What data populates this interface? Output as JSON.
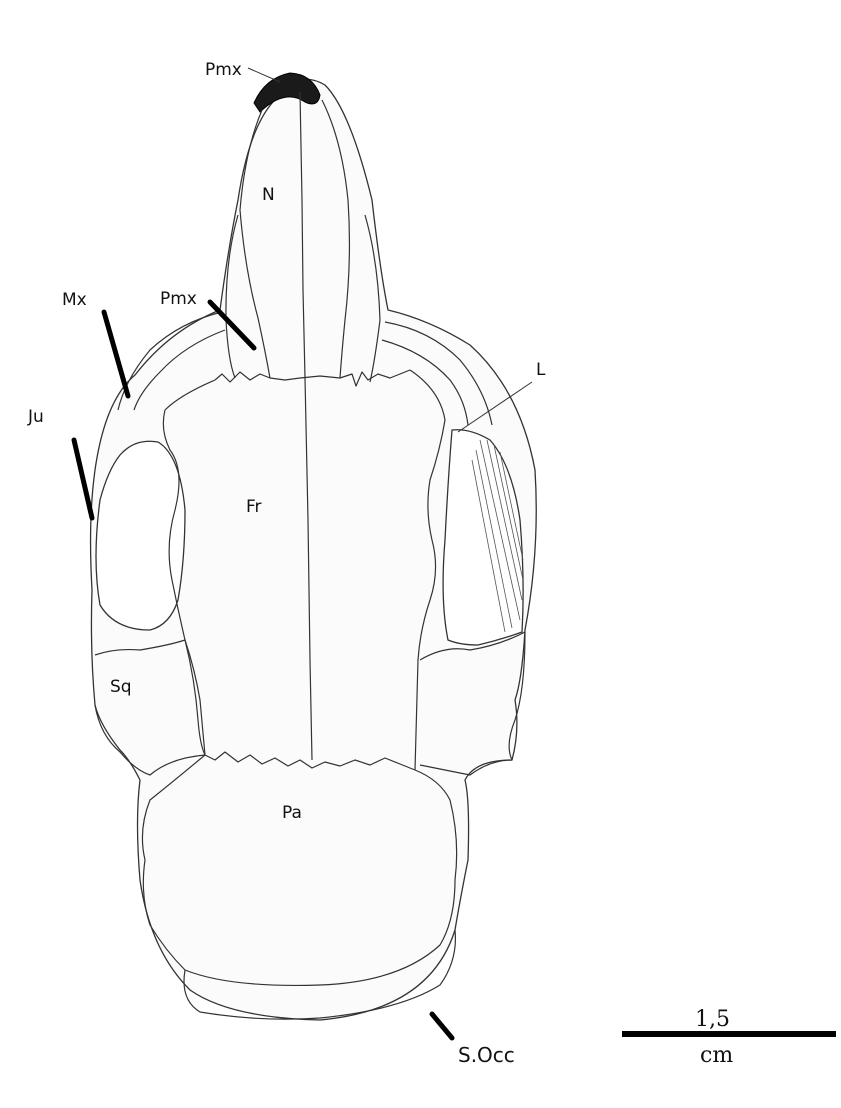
{
  "labels": {
    "pmx_top": "Pmx",
    "nasal": "N",
    "maxilla": "Mx",
    "pmx_side": "Pmx",
    "lacrimal": "L",
    "jugal": "Ju",
    "frontal": "Fr",
    "squamosal": "Sq",
    "parietal": "Pa",
    "supraoccipital": "S.Occ"
  },
  "scale_bar": {
    "value": "1,5",
    "unit": "cm"
  }
}
